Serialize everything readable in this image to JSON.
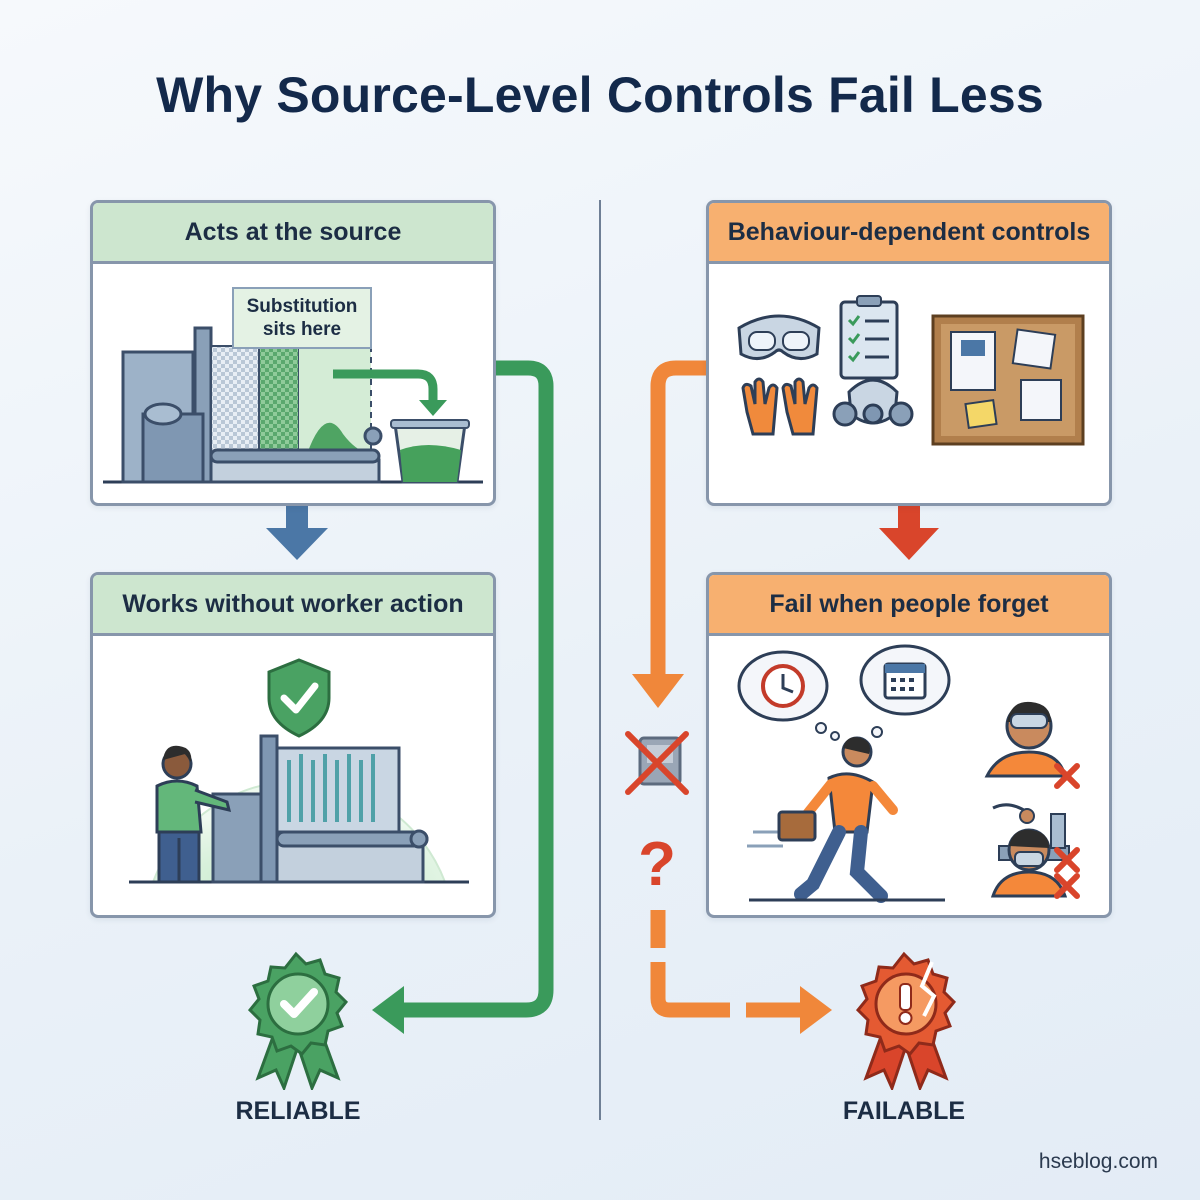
{
  "title": "Why Source-Level Controls Fail Less",
  "left": {
    "card1": {
      "heading": "Acts at the source",
      "callout": [
        "Substitution",
        "sits here"
      ]
    },
    "card2": {
      "heading": "Works without worker action"
    },
    "result": {
      "label": "RELIABLE",
      "icon": "check-rosette-icon"
    }
  },
  "right": {
    "card1": {
      "heading": "Behaviour-dependent controls"
    },
    "card2": {
      "heading": "Fail when people forget"
    },
    "result": {
      "label": "FAILABLE",
      "icon": "broken-rosette-icon"
    }
  },
  "footer": "hseblog.com",
  "colors": {
    "green": "#3a9a5b",
    "orange": "#f0873a",
    "blue": "#4b77a6",
    "red": "#d9452b",
    "navy": "#13294b"
  }
}
